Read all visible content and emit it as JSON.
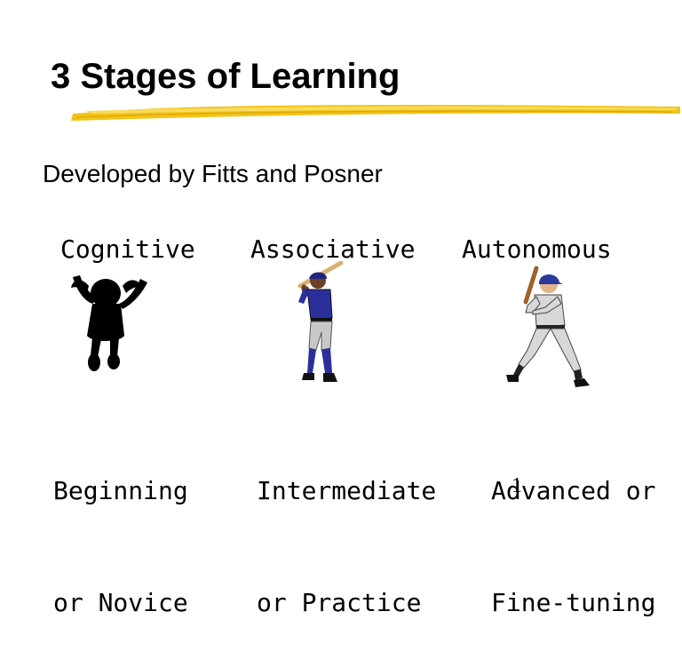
{
  "slide": {
    "title": "3 Stages of Learning",
    "subtitle": "Developed by Fitts and Posner",
    "page_number": "1"
  },
  "stages": [
    {
      "name": "Cognitive",
      "level_line1": "Beginning",
      "level_line2": "or Novice",
      "figure": "jumping-child-silhouette-icon"
    },
    {
      "name": "Associative",
      "level_line1": "Intermediate",
      "level_line2": "or Practice",
      "figure": "batter-swinging-icon"
    },
    {
      "name": "Autonomous",
      "level_line1": "Advanced or",
      "level_line2": "Fine-tuning",
      "figure": "batter-stance-icon"
    }
  ],
  "colors": {
    "underline": "#f2c418",
    "underline_light": "#f9dc5c",
    "jersey_blue": "#2b2f9c",
    "pants_gray": "#c8c8c8"
  }
}
